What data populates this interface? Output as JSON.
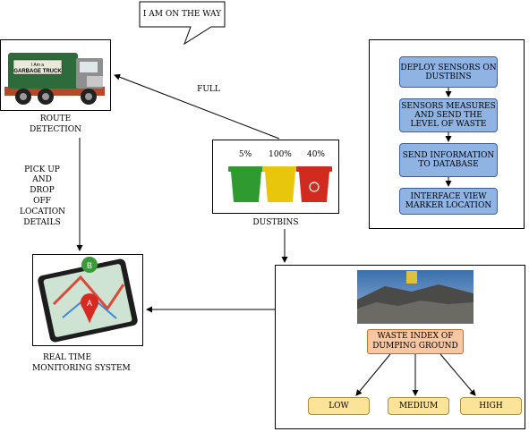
{
  "speech": {
    "text": "I AM ON THE WAY"
  },
  "truck": {
    "caption_line1": "ROUTE",
    "caption_line2": "DETECTION",
    "sign_line1": "I Am a",
    "sign_line2": "GARBAGE TRUCK"
  },
  "arrows": {
    "full_label": "FULL",
    "pickup_lines": [
      "PICK UP",
      "AND",
      "DROP",
      "OFF",
      "LOCATION",
      "DETAILS"
    ]
  },
  "dustbins": {
    "caption": "DUSTBINS",
    "levels": [
      "5%",
      "100%",
      "40%"
    ],
    "colors": [
      "#2f9a2f",
      "#e7c60c",
      "#d22a1f"
    ]
  },
  "monitor": {
    "caption_line1": "REAL TIME",
    "caption_line2": "MONITORING SYSTEM",
    "pin_a": "A",
    "pin_b": "B"
  },
  "flow": {
    "steps": [
      "DEPLOY SENSORS ON DUSTBINS",
      "SENSORS MEASURES AND SEND THE LEVEL OF WASTE",
      "SEND INFORMATION TO DATABASE",
      "INTERFACE VIEW MARKER LOCATION"
    ]
  },
  "waste": {
    "index_label": "WASTE INDEX OF DUMPING GROUND",
    "levels": [
      "LOW",
      "MEDIUM",
      "HIGH"
    ]
  }
}
